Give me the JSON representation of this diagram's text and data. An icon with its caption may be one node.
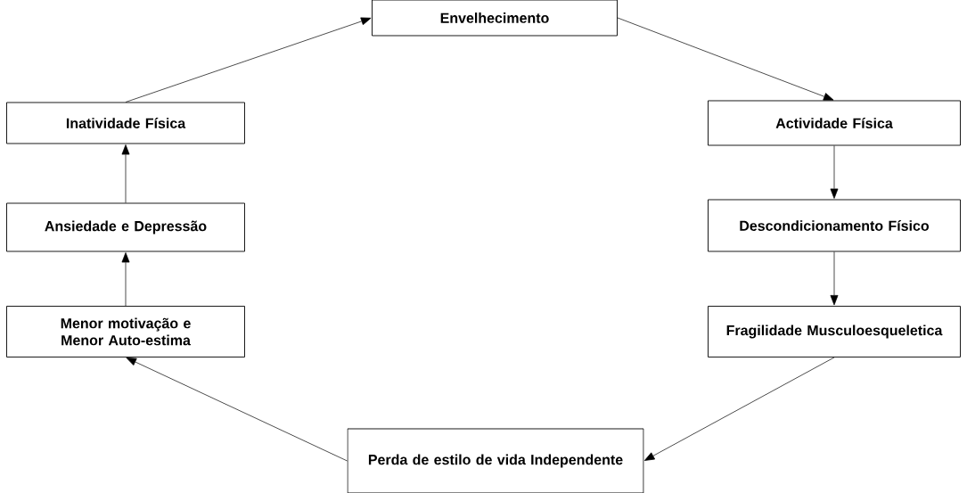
{
  "diagram": {
    "nodes": [
      {
        "text": [
          "Envelhecimento"
        ]
      },
      {
        "text": [
          "Inatividade Física"
        ]
      },
      {
        "text": [
          "Actividade Física"
        ]
      },
      {
        "text": [
          "Ansiedade e Depressão"
        ]
      },
      {
        "text": [
          "Descondicionamento Físico"
        ]
      },
      {
        "text": [
          "Menor motivação e Menor Auto-estima"
        ]
      },
      {
        "text": [
          "Fragilidade Musculoesqueletica"
        ]
      },
      {
        "text": [
          "Perda de estilo de vida Independente"
        ]
      }
    ],
    "edges": [
      {
        "from": 1,
        "to": 0,
        "arrow": "to"
      },
      {
        "from": 0,
        "to": 2,
        "arrow": "to"
      },
      {
        "from": 2,
        "to": 4,
        "arrow": "to"
      },
      {
        "from": 4,
        "to": 6,
        "arrow": "to"
      },
      {
        "from": 6,
        "to": 7,
        "arrow": "to"
      },
      {
        "from": 7,
        "to": 5,
        "arrow": "to"
      },
      {
        "from": 5,
        "to": 3,
        "arrow": "to"
      },
      {
        "from": 3,
        "to": 1,
        "arrow": "to"
      }
    ]
  }
}
